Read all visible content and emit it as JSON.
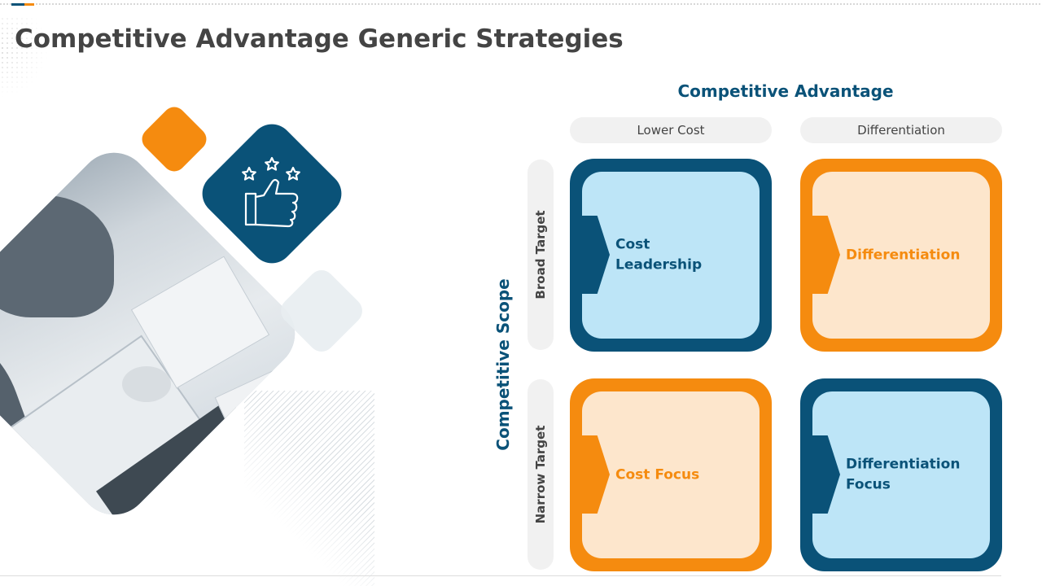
{
  "title": "Competitive Advantage Generic Strategies",
  "colors": {
    "primary_blue": "#0a5278",
    "accent_orange": "#f58b0f",
    "light_blue_fill": "#bde5f7",
    "light_orange_fill": "#fde6cc",
    "pill_gray": "#f1f1f1",
    "title_gray": "#444444"
  },
  "decor": {
    "icon": "thumbs-up-with-stars-icon",
    "photo": "business-meeting-photo"
  },
  "matrix": {
    "heading": "Competitive Advantage",
    "columns": [
      "Lower Cost",
      "Differentiation"
    ],
    "scope_label": "Competitive Scope",
    "rows": [
      "Broad Target",
      "Narrow Target"
    ],
    "cells": [
      {
        "lines": [
          "Cost",
          "Leadership"
        ],
        "color": "blue"
      },
      {
        "lines": [
          "Differentiation"
        ],
        "color": "orange"
      },
      {
        "lines": [
          "Cost Focus"
        ],
        "color": "orange"
      },
      {
        "lines": [
          "Differentiation",
          "Focus"
        ],
        "color": "blue"
      }
    ]
  }
}
